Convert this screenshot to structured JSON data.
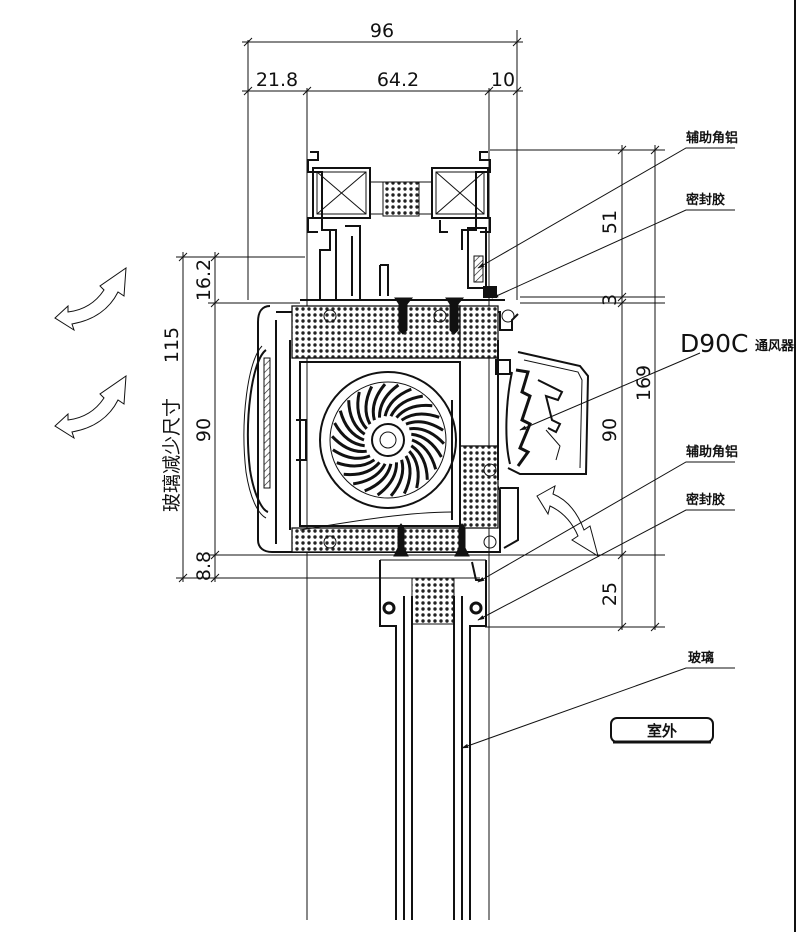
{
  "dimensions": {
    "top_overall": "96",
    "top_left": "21.8",
    "top_middle": "64.2",
    "top_right": "10",
    "right_51": "51",
    "right_3": "3",
    "right_90": "90",
    "right_169": "169",
    "right_25": "25",
    "left_16_2": "16.2",
    "left_90": "90",
    "left_8_8": "8.8"
  },
  "labels": {
    "aux_angle_aluminum_top": "辅助角铝",
    "sealant_top": "密封胶",
    "ventilator_model": "D90C",
    "ventilator_name": "通风器",
    "aux_angle_aluminum_bottom": "辅助角铝",
    "sealant_bottom": "密封胶",
    "glass": "玻璃",
    "outdoor": "室外",
    "glass_reduction": "玻璃减少尺寸",
    "glass_reduction_value": "115"
  },
  "colors": {
    "line": "#111111",
    "background": "#ffffff"
  }
}
